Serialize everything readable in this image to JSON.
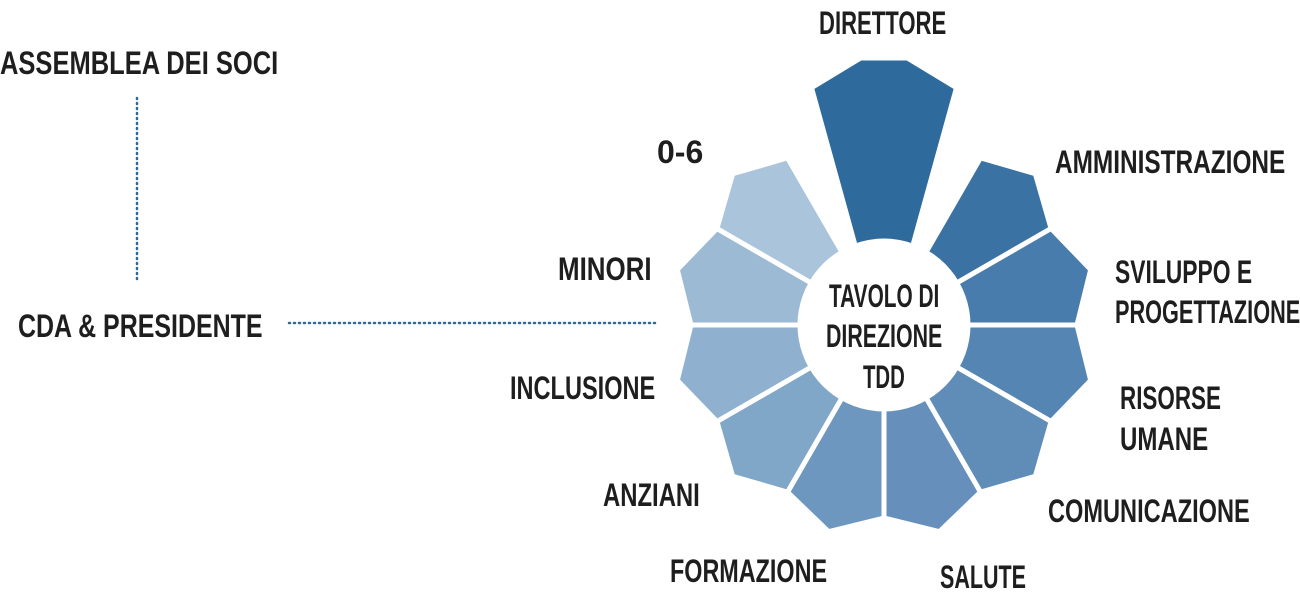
{
  "hierarchy": {
    "assembly": "ASSEMBLEA DEI SOCI",
    "board": "CDA & PRESIDENTE"
  },
  "center": {
    "line1": "TAVOLO DI",
    "line2": "DIREZIONE",
    "line3": "TDD"
  },
  "petals": [
    {
      "label": "DIRETTORE",
      "color": "#2e6a9c"
    },
    {
      "label": "AMMINISTRAZIONE",
      "color": "#3b72a4"
    },
    {
      "label_line1": "SVILUPPO E",
      "label_line2": "PROGETTAZIONE",
      "color": "#487cad"
    },
    {
      "label_line1": "RISORSE",
      "label_line2": "UMANE",
      "color": "#5586b3"
    },
    {
      "label": "COMUNICAZIONE",
      "color": "#5f8db8"
    },
    {
      "label": "SALUTE",
      "color": "#6690bb"
    },
    {
      "label": "FORMAZIONE",
      "color": "#6d97bf"
    },
    {
      "label": "ANZIANI",
      "color": "#80a6c8"
    },
    {
      "label": "INCLUSIONE",
      "color": "#8fb0ce"
    },
    {
      "label": "MINORI",
      "color": "#9dbad5"
    },
    {
      "label": "0-6",
      "color": "#aac4dc"
    }
  ],
  "connector_color": "#2e6a9c"
}
